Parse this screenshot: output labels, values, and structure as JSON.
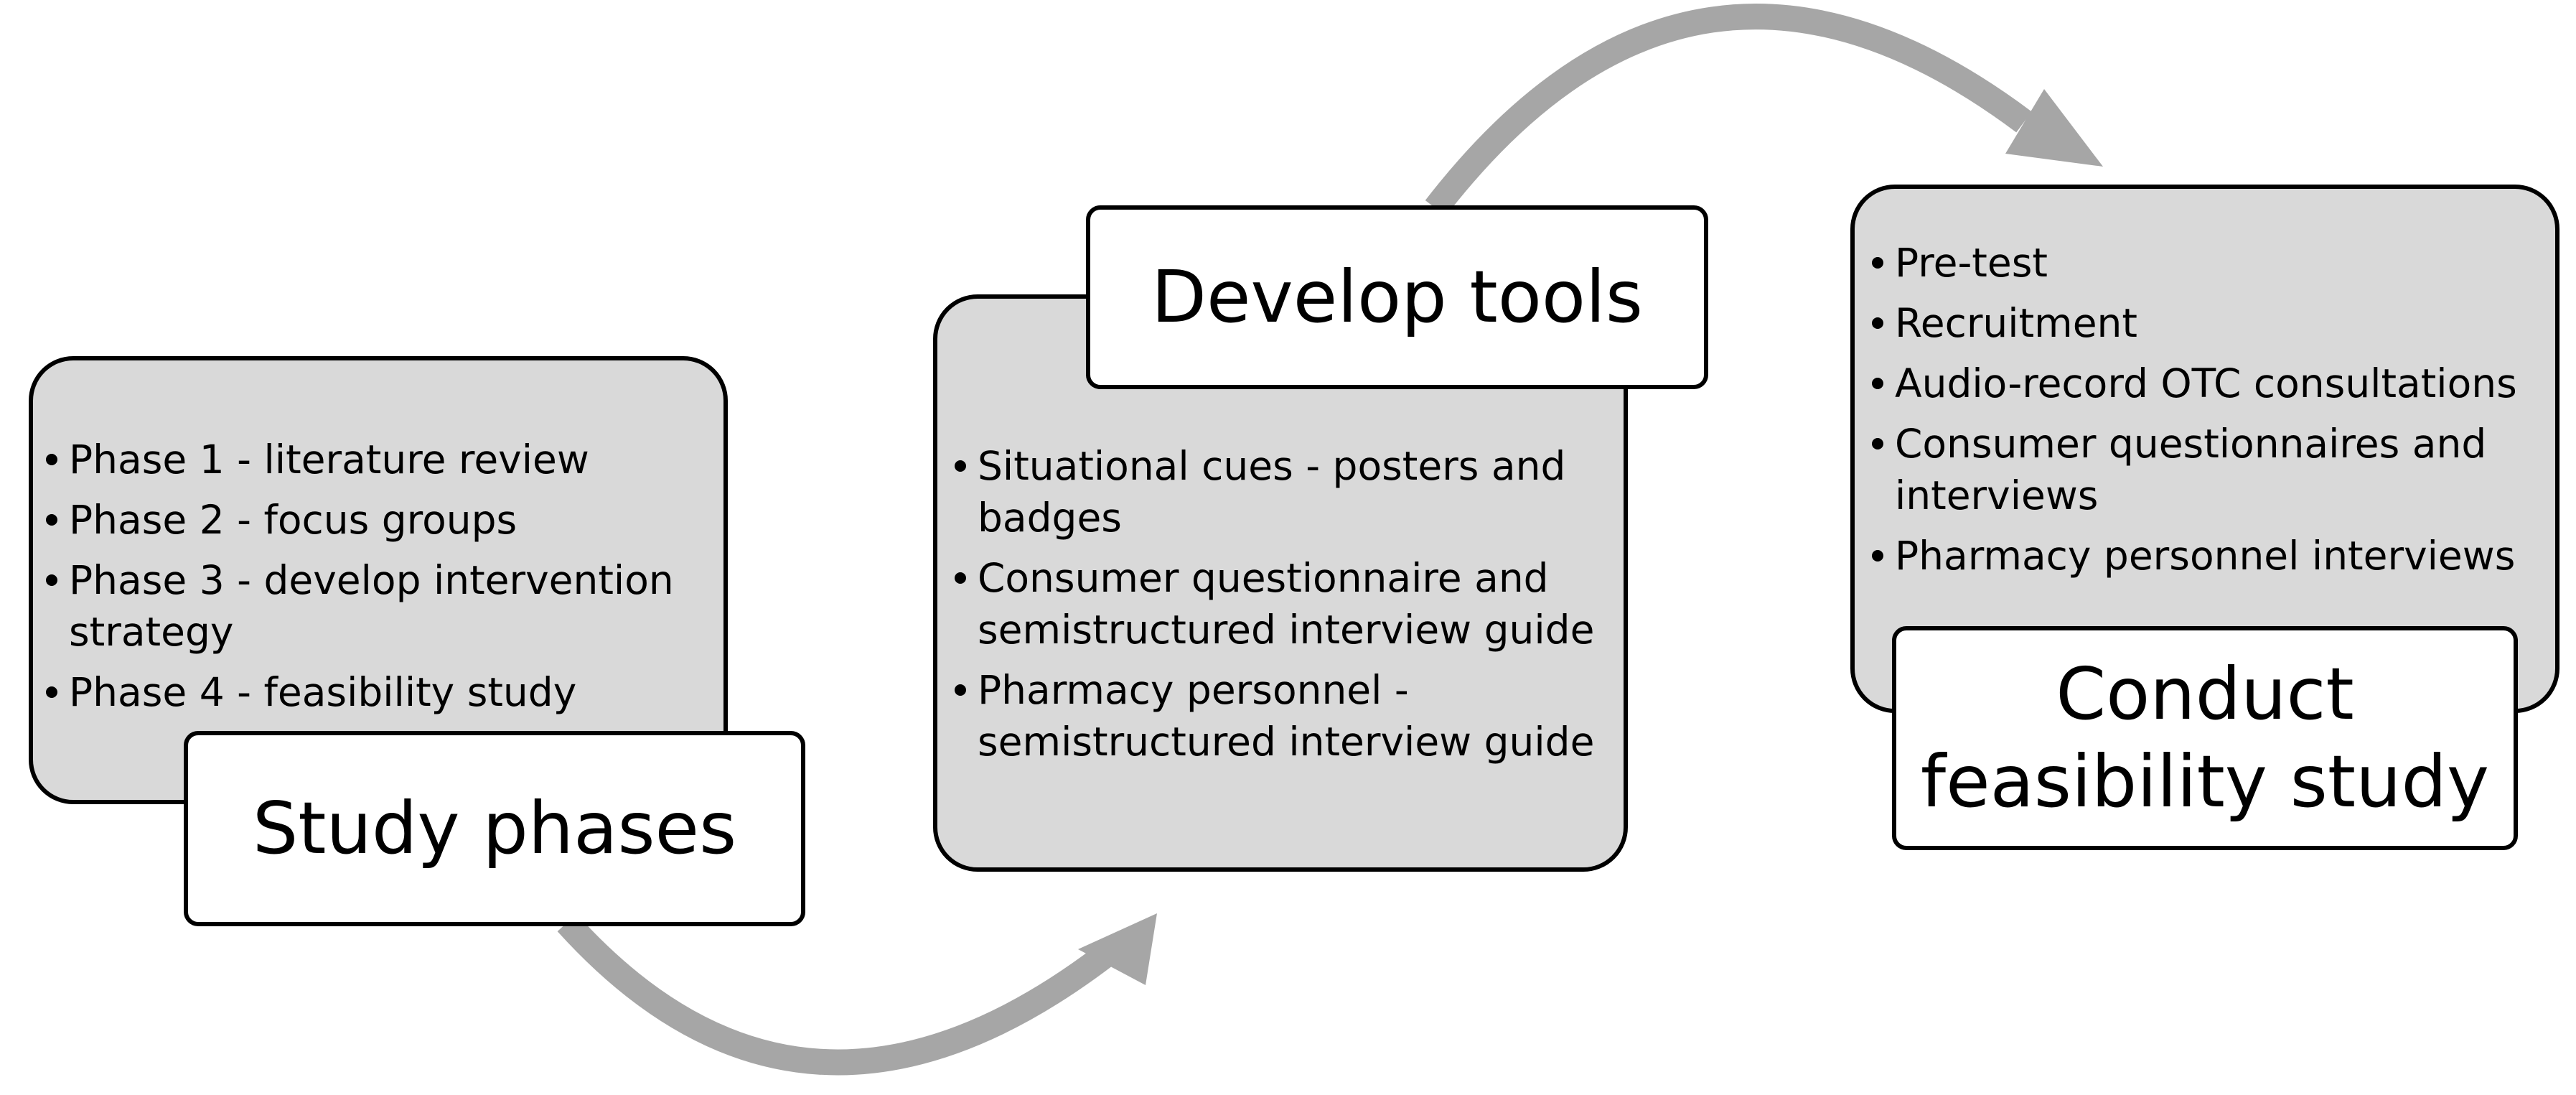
{
  "diagram": {
    "phases": [
      {
        "title": "Study phases",
        "items": [
          "Phase 1 - literature review",
          "Phase 2 - focus groups",
          "Phase 3 - develop intervention strategy",
          "Phase 4 - feasibility study"
        ]
      },
      {
        "title": "Develop tools",
        "items": [
          "Situational cues - posters and badges",
          "Consumer questionnaire and semistructured interview guide",
          "Pharmacy personnel - semistructured interview guide"
        ]
      },
      {
        "title": "Conduct feasibility study",
        "items": [
          "Pre-test",
          "Recruitment",
          "Audio-record OTC consultations",
          "Consumer questionnaires and interviews",
          "Pharmacy personnel interviews"
        ]
      }
    ],
    "colors": {
      "box_fill": "#d9d9d9",
      "title_fill": "#ffffff",
      "border": "#000000",
      "arrow": "#a6a6a6"
    }
  }
}
